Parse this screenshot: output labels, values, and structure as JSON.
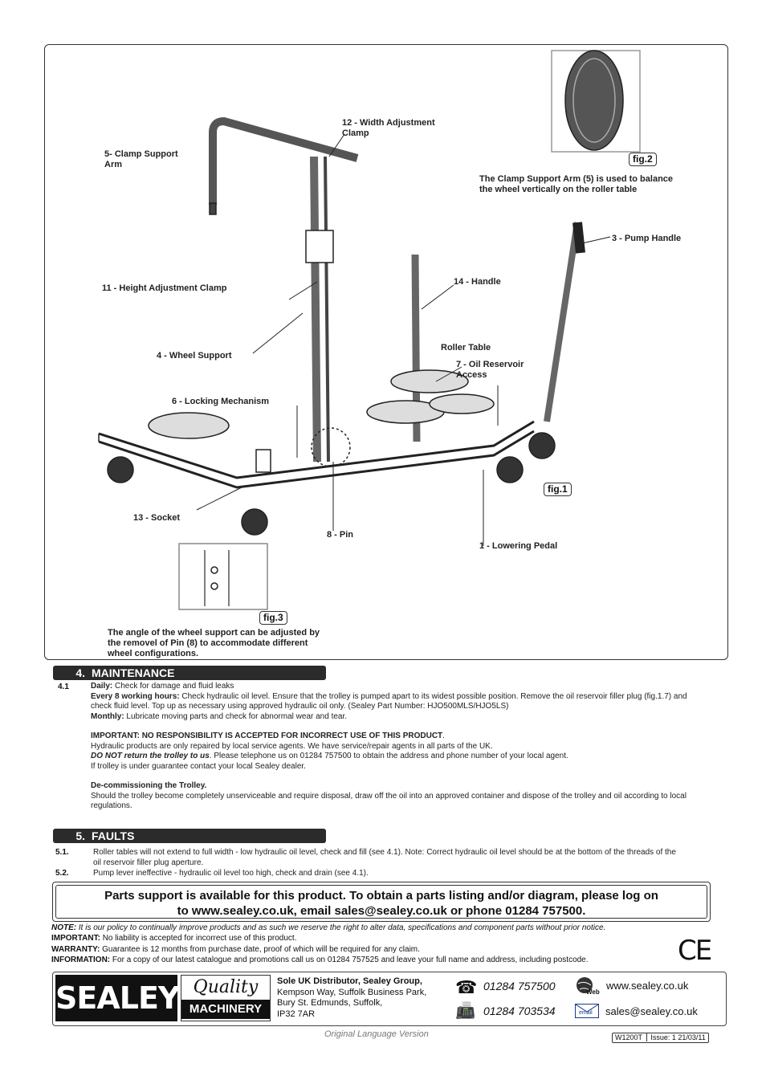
{
  "diagram": {
    "labels": {
      "width_clamp": "12 - Width Adjustment\nClamp",
      "clamp_arm": "5- Clamp Support\nArm",
      "fig2_caption": "The Clamp Support Arm (5) is used to balance\nthe wheel vertically on the roller table",
      "pump_handle": "3 - Pump Handle",
      "height_clamp": "11 - Height Adjustment Clamp",
      "handle": "14 - Handle",
      "wheel_support": "4 - Wheel Support",
      "roller_table": "Roller Table",
      "oil_reservoir": "7 - Oil Reservoir\nAccess",
      "locking": "6 - Locking Mechanism",
      "socket": "13 - Socket",
      "pin": "8 - Pin",
      "lowering_pedal": "1 - Lowering Pedal",
      "fig3_caption": "The angle of the wheel support can be adjusted by\nthe removel of Pin (8) to accommodate different\nwheel configurations."
    },
    "fig1": "fig.1",
    "fig2": "fig.2",
    "fig3": "fig.3"
  },
  "maintenance": {
    "num": "4.",
    "title": "MAINTENANCE",
    "item_num": "4.1",
    "daily_label": "Daily:",
    "daily_text": " Check for damage and fluid leaks",
    "every8_label": "Every 8 working hours:",
    "every8_text": " Check hydraulic oil level. Ensure that the trolley is pumped apart to its widest possible position. Remove the oil reservoir filler plug (fig.1.7) and check fluid level. Top up as necessary using approved hydraulic oil only. (Sealey Part Number: HJO500MLS/HJO5LS)",
    "monthly_label": "Monthly:",
    "monthly_text": " Lubricate moving parts and check for abnormal wear and tear.",
    "important_label": "IMPORTANT: NO RESPONSIBILITY IS ACCEPTED FOR INCORRECT USE OF THIS PRODUCT",
    "important_end": ".",
    "repair_text": "Hydraulic products are only repaired by local service agents. We have service/repair agents in all parts of the UK.",
    "dont_return": "DO NOT return the trolley to us",
    "dont_return_text": ". Please telephone us on 01284 757500 to obtain the address and phone number of your local agent.",
    "guarantee_text": "If trolley is under guarantee contact your local Sealey dealer.",
    "decom_title": "De-commissioning the Trolley.",
    "decom_text": "Should the trolley become completely unserviceable and require disposal, draw off the oil into an approved container and dispose of the trolley and oil according to local regulations."
  },
  "faults": {
    "num": "5.",
    "title": "FAULTS",
    "items": [
      {
        "num": "5.1.",
        "text": "Roller tables will not extend to full width - low hydraulic oil level, check and fill (see 4.1). Note: Correct hydraulic oil level should be at the bottom of the threads of the oil reservoir filler plug aperture."
      },
      {
        "num": "5.2.",
        "text": "Pump lever ineffective - hydraulic oil level too high, check and drain (see 4.1)."
      }
    ]
  },
  "parts_support": {
    "line1": "Parts support is available for this product. To obtain a parts listing and/or diagram, please log on",
    "line2": "to www.sealey.co.uk, email sales@sealey.co.uk or phone 01284 757500."
  },
  "notes": {
    "note_label": "NOTE:",
    "note_text": " It is our policy to continually improve products and as such we reserve the right to alter data, specifications and component parts without prior notice.",
    "important_label": "IMPORTANT:",
    "important_text": " No liability is accepted for incorrect use of this product.",
    "warranty_label": "WARRANTY:",
    "warranty_text": " Guarantee is 12 months from purchase date, proof of which will be required for any claim.",
    "info_label": "INFORMATION:",
    "info_text": " For a copy of our latest catalogue and promotions call us on 01284 757525 and leave your full name and address, including postcode.",
    "ce": "CE"
  },
  "footer": {
    "logo": "SEALEY",
    "quality": "Quality",
    "machinery": "MACHINERY",
    "distributor_title": "Sole UK Distributor, Sealey Group,",
    "address1": "Kempson Way, Suffolk Business Park,",
    "address2": "Bury St. Edmunds, Suffolk,",
    "address3": "IP32 7AR",
    "phone": "01284 757500",
    "fax": "01284 703534",
    "web": "www.sealey.co.uk",
    "email": "sales@sealey.co.uk",
    "web_icon_label": "Web",
    "email_icon_label": "email",
    "original": "Original Language Version",
    "code": "W1200T",
    "issue": "Issue:  1 21/03/11"
  }
}
